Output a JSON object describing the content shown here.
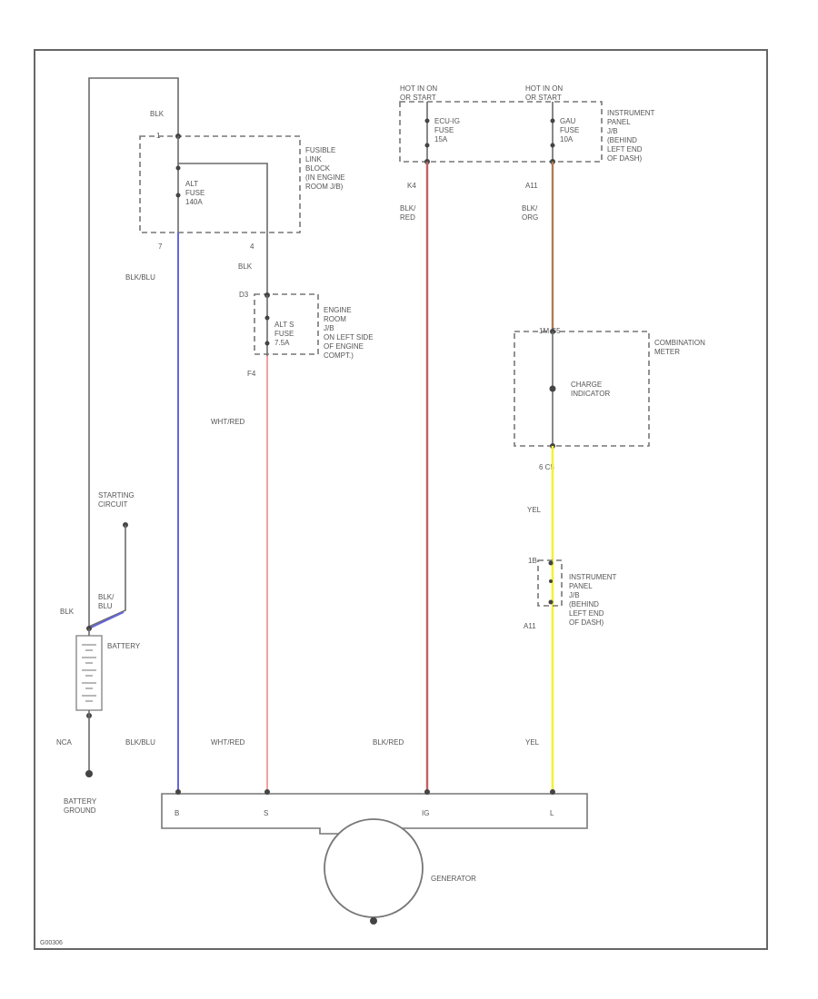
{
  "wire_colors": {
    "blu": "#6666dd",
    "pink": "#f2a0a0",
    "red": "#c06060",
    "orange": "#b07a55",
    "yellow": "#f5f03a",
    "dark": "#555555"
  },
  "top_left_wire": "BLK",
  "fusible_link": {
    "pin_top": "1",
    "pin_bottom": "7",
    "pin_right": "4",
    "fuse": "ALT\nFUSE\n140A",
    "location": "FUSIBLE\nLINK\nBLOCK\n(IN ENGINE\nROOM J/B)"
  },
  "wire_blk_2": "BLK",
  "engine_room_jb": {
    "pin_top": "D3",
    "pin_bottom": "F4",
    "fuse": "ALT S\nFUSE\n7.5A",
    "location": "ENGINE\nROOM\nJ/B\nON LEFT SIDE\nOF ENGINE\nCOMPT.)"
  },
  "hot_a": {
    "label": "HOT IN ON\nOR START",
    "fuse": "ECU-IG\nFUSE\n15A",
    "pin": "K4",
    "wire": "BLK/\nRED"
  },
  "hot_b": {
    "label": "HOT IN ON\nOR START",
    "fuse": "GAU\nFUSE\n10A",
    "pin": "A11",
    "wire": "BLK/\nORG",
    "location": "INSTRUMENT\nPANEL\nJ/B\n(BEHIND\nLEFT END\nOF DASH)"
  },
  "combination_meter": {
    "pin_top": "1M  C5",
    "pin_bottom": "6  C5",
    "label": "COMBINATION\nMETER",
    "indicator": "CHARGE\nINDICATOR"
  },
  "wire_blu_a": "BLK/BLU",
  "wire_wht_red_a": "WHT/RED",
  "wire_yel_a": "YEL",
  "ip_jb_2": {
    "pin_top": "1B",
    "pin_bottom": "A11",
    "location": "INSTRUMENT\nPANEL\nJ/B\n(BEHIND\nLEFT END\nOF DASH)"
  },
  "starting_circuit": "STARTING\nCIRCUIT",
  "battery": {
    "label": "BATTERY",
    "wire_top": "BLK",
    "wire_right": "BLK/\nBLU",
    "ground_pin": "NCA",
    "ground_label": "BATTERY\nGROUND"
  },
  "bottom_wires": {
    "b": "BLK/BLU",
    "s": "WHT/RED",
    "ig": "BLK/RED",
    "l": "YEL"
  },
  "generator": {
    "label": "GENERATOR",
    "pins": [
      "B",
      "S",
      "IG",
      "L"
    ]
  },
  "figure_id": "G00306"
}
